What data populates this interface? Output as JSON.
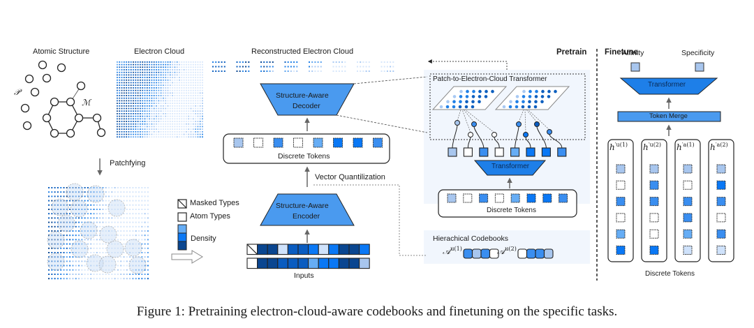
{
  "figure": {
    "caption": "Figure 1: Pretraining electron-cloud-aware codebooks and finetuning on the specific tasks.",
    "colors": {
      "very_light": "#cfe2fb",
      "light": "#a8c6ee",
      "mid_light": "#66adf5",
      "mid": "#3a8ef0",
      "bright": "#0a78f5",
      "dark": "#0a5cc0",
      "darkest": "#0a4690",
      "panel_bg": "#f1f6fd",
      "module_fill": "#4a9aef",
      "module_fill_dark": "#1e7fe8",
      "outline": "#222222",
      "arrow": "#666666"
    }
  },
  "left": {
    "atomic_structure_title": "Atomic Structure",
    "electron_cloud_title": "Electron Cloud",
    "label_P": "𝒫",
    "label_M": "ℳ",
    "patchfying_label": "Patchfying"
  },
  "legend": {
    "masked_types": "Masked Types",
    "atom_types": "Atom Types",
    "density": "Density"
  },
  "middle": {
    "reconstructed_title": "Reconstructed Electron Cloud",
    "decoder_line1": "Structure-Aware",
    "decoder_line2": "Decoder",
    "discrete_tokens_label": "Discrete Tokens",
    "discrete_tokens": [
      "light",
      "empty",
      "mid",
      "empty",
      "mid_light",
      "bright",
      "bright",
      "mid"
    ],
    "vector_quantization_label": "Vector Quantilization",
    "encoder_line1": "Structure-Aware",
    "encoder_line2": "Encoder",
    "inputs_label": "Inputs",
    "inputs_row1": [
      "masked",
      "darkest",
      "darkest",
      "very_light",
      "dark",
      "dark",
      "bright",
      "very_light",
      "bright",
      "darkest",
      "darkest",
      "bright"
    ],
    "inputs_row2": [
      "empty",
      "darkest",
      "darkest",
      "dark",
      "dark",
      "dark",
      "mid_light",
      "bright",
      "bright",
      "darkest",
      "darkest",
      "light"
    ]
  },
  "pretrain": {
    "section_title": "Pretrain",
    "p2e_title": "Patch-to-Electron-Cloud Transformer",
    "transformer_label": "Transformer",
    "patch_tokens": [
      "light",
      "empty",
      "mid",
      "empty",
      "mid_light",
      "bright",
      "bright",
      "mid"
    ],
    "discrete_tokens_label": "Discrete Tokens",
    "discrete_tokens": [
      "light",
      "empty",
      "mid",
      "empty",
      "mid_light",
      "bright",
      "bright",
      "mid"
    ],
    "codebooks_title": "Hierachical Codebooks",
    "codebook1_label": "𝒜",
    "codebook1_sup": "u(1)",
    "codebook1": [
      "mid",
      "light",
      "mid",
      "empty"
    ],
    "codebook2_label": "𝒜",
    "codebook2_sup": "u(2)",
    "codebook2": [
      "empty",
      "mid",
      "mid",
      "light"
    ]
  },
  "finetune": {
    "section_title": "Finetune",
    "affinity_label": "Affinity",
    "specificity_label": "Specificity",
    "transformer_label": "Transformer",
    "token_merge_label": "Token Merge",
    "discrete_tokens_label": "Discrete Tokens",
    "columns": [
      {
        "label": "h",
        "sup": "′u(1)",
        "tokens": [
          "light",
          "empty",
          "mid",
          "empty",
          "mid_light",
          "bright"
        ]
      },
      {
        "label": "h",
        "sup": "′u(2)",
        "tokens": [
          "light",
          "mid",
          "mid",
          "empty",
          "empty",
          "bright"
        ]
      },
      {
        "label": "h",
        "sup": "′a(1)",
        "tokens": [
          "light",
          "empty",
          "mid",
          "mid",
          "mid_light",
          "very_light"
        ]
      },
      {
        "label": "h",
        "sup": "′a(2)",
        "tokens": [
          "light",
          "bright",
          "mid",
          "empty",
          "mid",
          "very_light"
        ]
      }
    ]
  }
}
